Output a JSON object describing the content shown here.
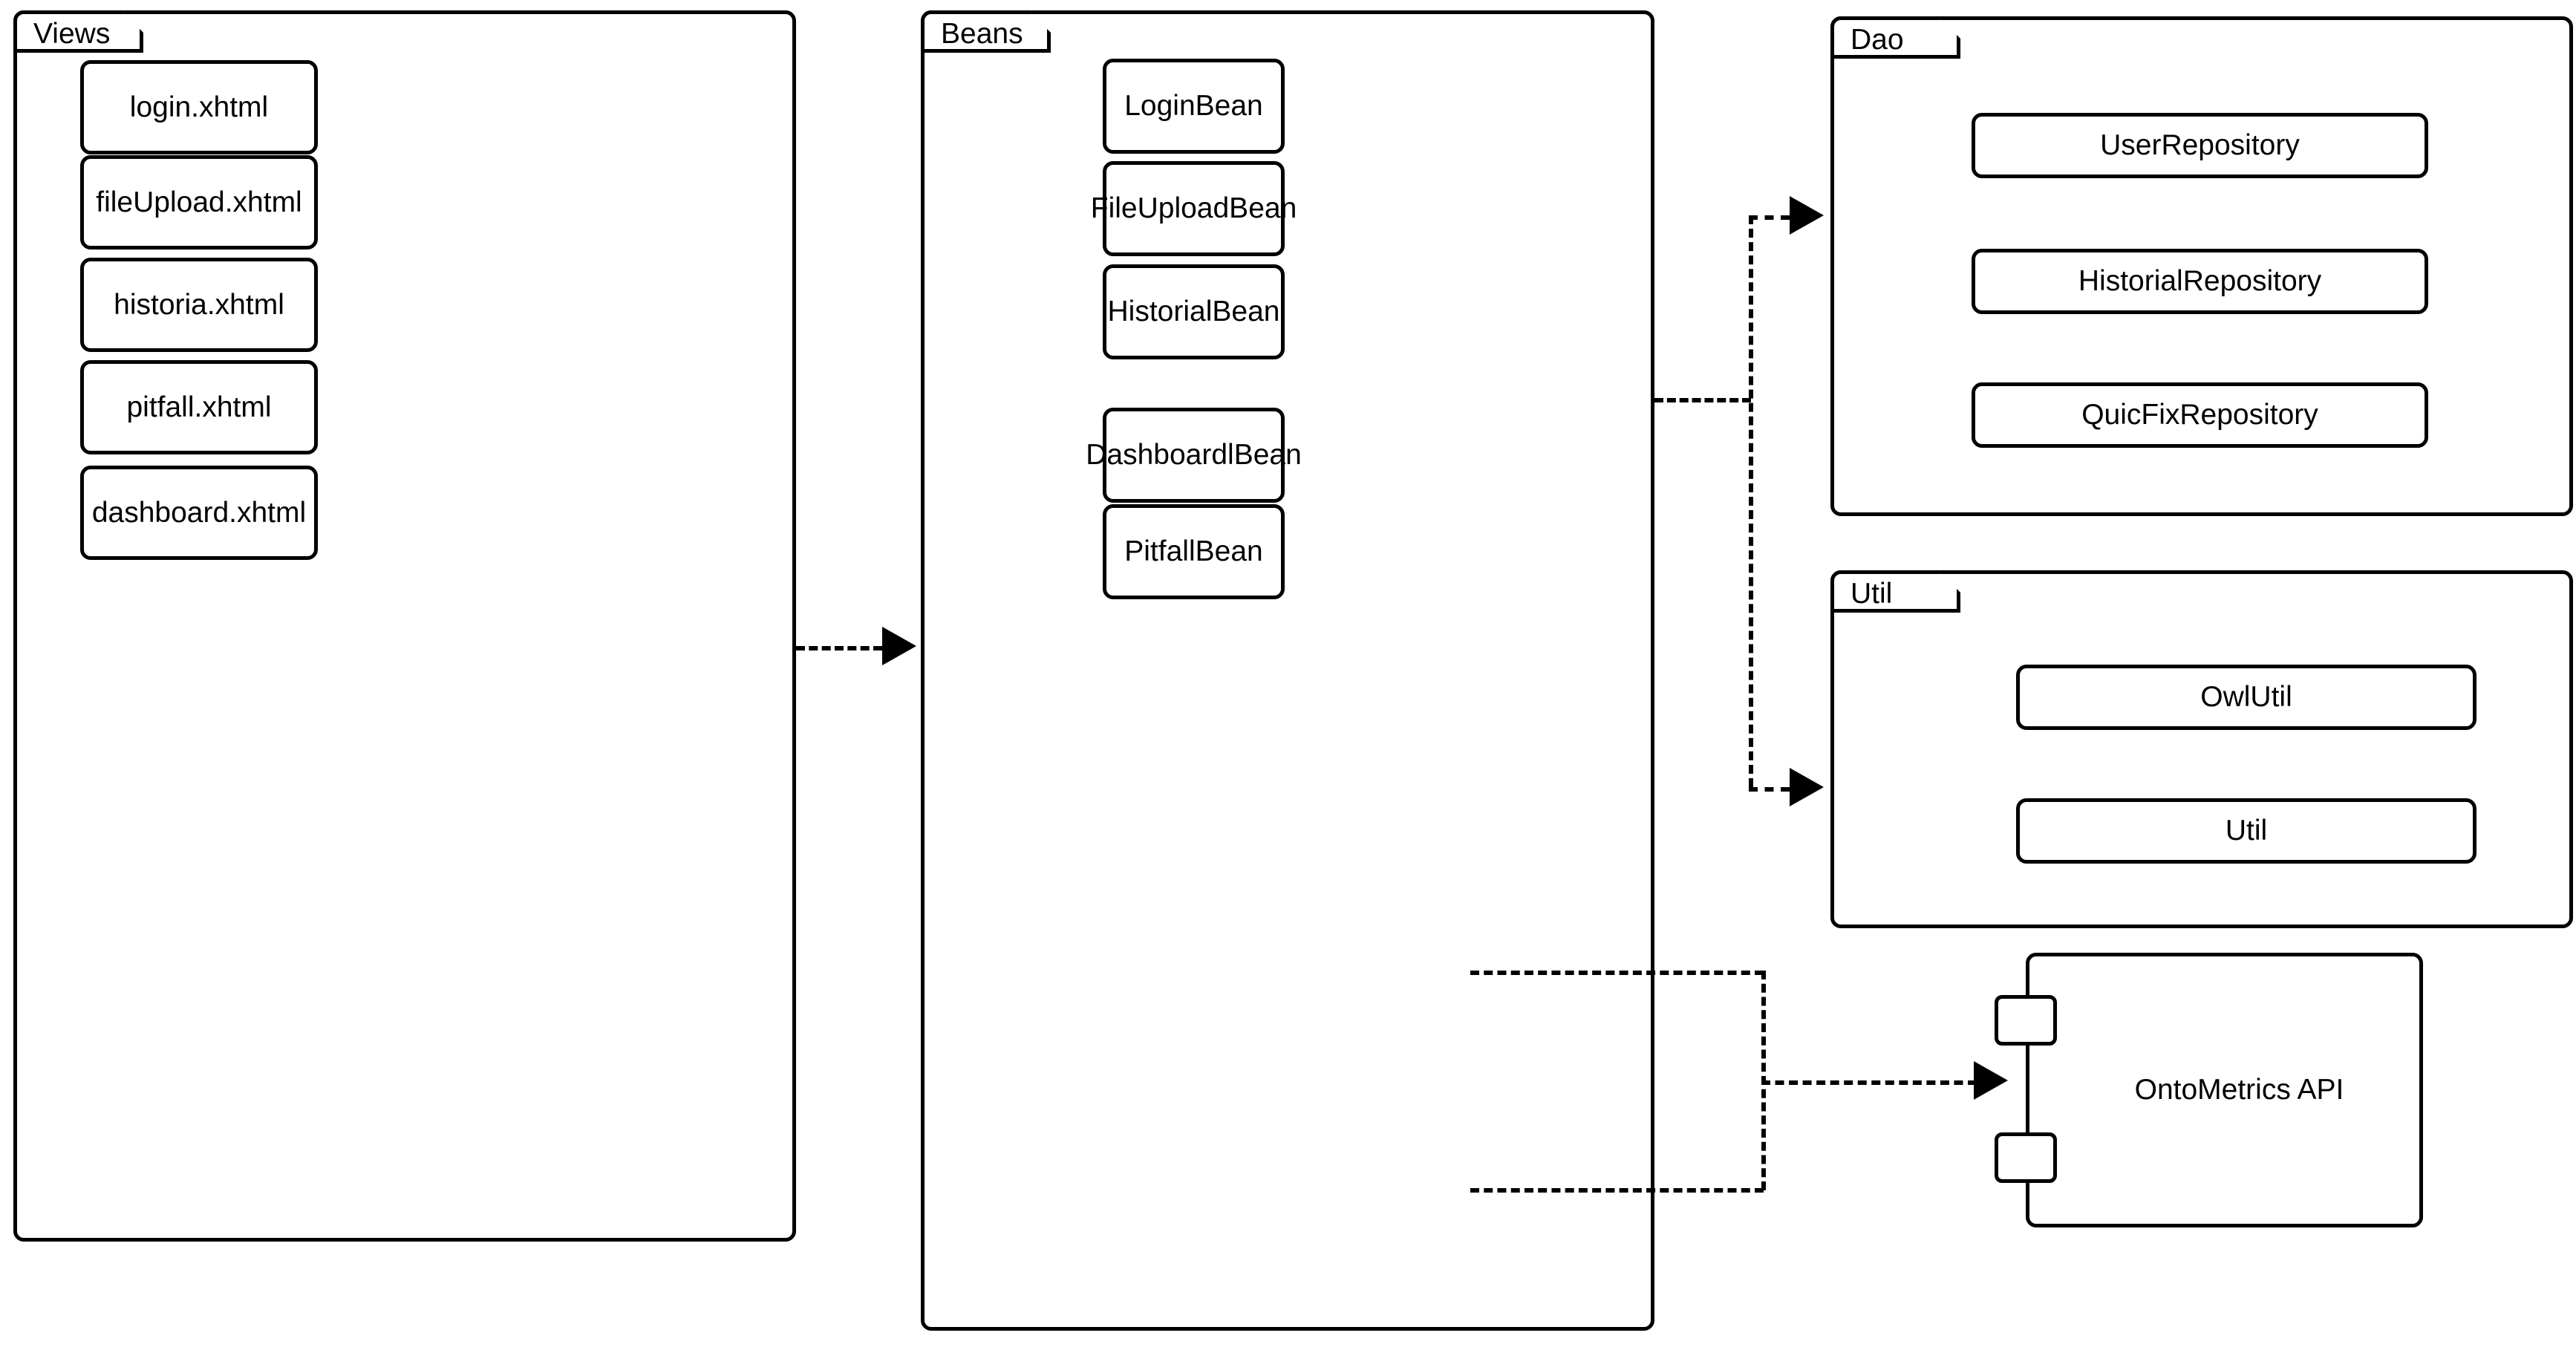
{
  "diagram": {
    "title": "Application architecture package diagram",
    "stroke_color": "#000000",
    "background_color": "#ffffff"
  },
  "packages": [
    {
      "id": "views",
      "name": "Views",
      "nodes": [
        {
          "id": "login-xhtml",
          "label": "login.xhtml"
        },
        {
          "id": "fileupload-xhtml",
          "label": "fileUpload.xhtml"
        },
        {
          "id": "historia-xhtml",
          "label": "historia.xhtml"
        },
        {
          "id": "pitfall-xhtml",
          "label": "pitfall.xhtml"
        },
        {
          "id": "dashboard-xhtml",
          "label": "dashboard.xhtml"
        }
      ]
    },
    {
      "id": "beans",
      "name": "Beans",
      "nodes": [
        {
          "id": "loginbean",
          "label": "LoginBean"
        },
        {
          "id": "fileuploadbean",
          "label": "FileUploadBean"
        },
        {
          "id": "historialbean",
          "label": "HistorialBean"
        },
        {
          "id": "dashboardlbean",
          "label": "DashboardlBean"
        },
        {
          "id": "pitfallbean",
          "label": "PitfallBean"
        }
      ]
    },
    {
      "id": "dao",
      "name": "Dao",
      "nodes": [
        {
          "id": "userrepository",
          "label": "UserRepository"
        },
        {
          "id": "historialrepository",
          "label": "HistorialRepository"
        },
        {
          "id": "quicfixrepository",
          "label": "QuicFixRepository"
        }
      ]
    },
    {
      "id": "util",
      "name": "Util",
      "nodes": [
        {
          "id": "owlutil",
          "label": "OwlUtil"
        },
        {
          "id": "util",
          "label": "Util"
        }
      ]
    }
  ],
  "components": [
    {
      "id": "ontometrics-api",
      "label": "OntoMetrics API",
      "port_count": 2
    }
  ],
  "connections": [
    {
      "id": "views-to-beans",
      "from": "Views",
      "to": "Beans",
      "style": "dashed",
      "arrow": "open"
    },
    {
      "id": "beans-to-dao",
      "from": "Beans",
      "to": "Dao",
      "style": "dashed",
      "arrow": "open"
    },
    {
      "id": "beans-to-util",
      "from": "Beans",
      "to": "Util",
      "style": "dashed",
      "arrow": "open"
    },
    {
      "id": "dashboardlbean-to-onto",
      "from": "DashboardlBean",
      "to": "OntoMetrics API",
      "style": "dashed",
      "arrow": "open"
    },
    {
      "id": "pitfallbean-to-onto",
      "from": "PitfallBean",
      "to": "OntoMetrics API",
      "style": "dashed",
      "arrow": "open"
    }
  ]
}
